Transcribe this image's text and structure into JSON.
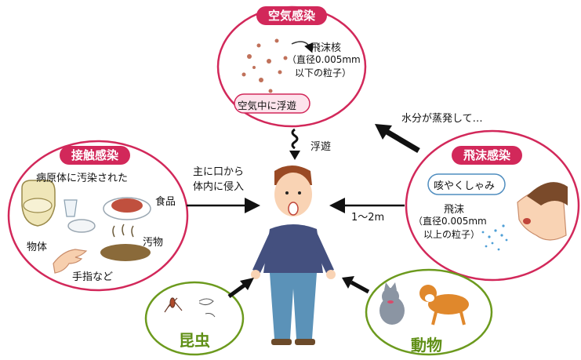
{
  "airborne": {
    "title": "空気感染",
    "nucleus_label": "飛沫核",
    "nucleus_size_line1": "（直径0.005mm",
    "nucleus_size_line2": "以下の粒子）",
    "floating_label": "空気中に浮遊"
  },
  "evaporation_label": "水分が蒸発して…",
  "float_label": "浮遊",
  "contact": {
    "title": "接触感染",
    "caption": "病原体に汚染された",
    "food": "食品",
    "object": "物体",
    "filth": "汚物",
    "fingers": "手指など"
  },
  "entry_line1": "主に口から",
  "entry_line2": "体内に侵入",
  "droplet": {
    "title": "飛沫感染",
    "bubble": "咳やくしゃみ",
    "droplet_label": "飛沫",
    "size_line1": "（直径0.005mm",
    "size_line2": "以上の粒子）"
  },
  "distance_label": "1～2m",
  "insects_label": "昆虫",
  "animals_label": "動物",
  "colors": {
    "circle_border": "#d2285a",
    "green_border": "#6c9a1e",
    "shirt": "#44507f",
    "pants": "#5b92b8"
  }
}
